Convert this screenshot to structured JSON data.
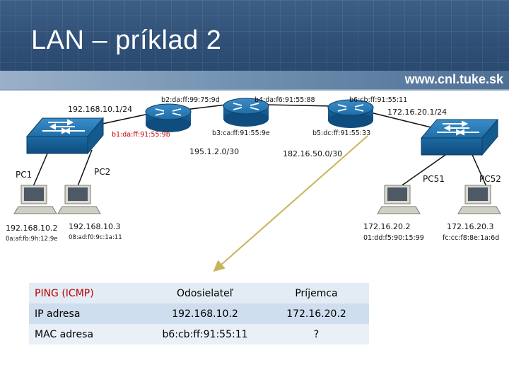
{
  "header": {
    "title": "LAN – príklad 2",
    "url": "www.cnl.tuke.sk"
  },
  "networks": {
    "net1": "192.168.10.1/24",
    "net2": "195.1.2.0/30",
    "net3": "182.16.50.0/30",
    "net4": "172.16.20.1/24"
  },
  "router_interfaces": {
    "b1": "b1:da:ff:91:55:9b",
    "b2": "b2:da:ff:99:75:9d",
    "b3": "b3:ca:ff:91:55:9e",
    "b4": "b4:da:f6:91:55:88",
    "b5": "b5:dc:ff:91:55:33",
    "b6": "b6:cb:ff:91:55:11"
  },
  "hosts": {
    "pc1": {
      "name": "PC1",
      "ip": "192.168.10.2",
      "mac": "0a:af:fb:9h:12:9e"
    },
    "pc2": {
      "name": "PC2",
      "ip": "192.168.10.3",
      "mac": "08:ad:f0:9c:1a:11"
    },
    "pc51": {
      "name": "PC51",
      "ip": "172.16.20.2",
      "mac": "01:dd:f5:90:15:99"
    },
    "pc52": {
      "name": "PC52",
      "ip": "172.16.20.3",
      "mac": "fc:cc:f8:8e:1a:6d"
    }
  },
  "table": {
    "rows": [
      {
        "label": "PING (ICMP)",
        "sender": "Odosielateľ",
        "receiver": "Príjemca"
      },
      {
        "label": "IP adresa",
        "sender": "192.168.10.2",
        "receiver": "172.16.20.2"
      },
      {
        "label": "MAC adresa",
        "sender": "b6:cb:ff:91:55:11",
        "receiver": "?"
      }
    ]
  },
  "colors": {
    "header": "#2f4f76",
    "red": "#c00000",
    "device": "#1f6ea8",
    "arrow": "#c8b45a"
  }
}
